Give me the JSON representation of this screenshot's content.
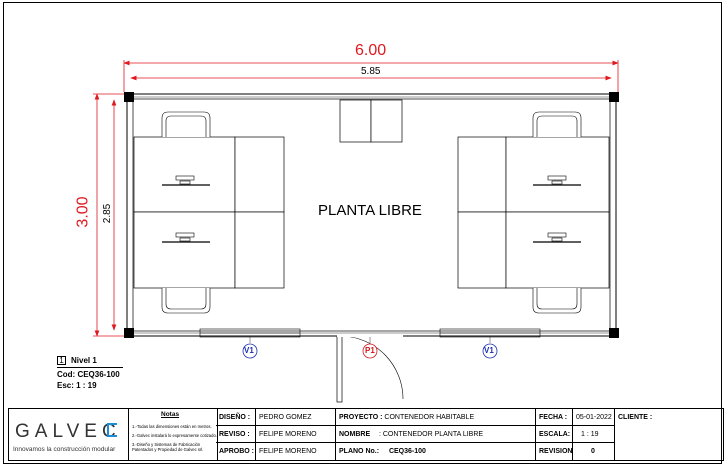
{
  "dimensions": {
    "overall_width": "6.00",
    "inner_width": "5.85",
    "overall_height": "3.00",
    "inner_height": "2.85"
  },
  "plan": {
    "room_label": "PLANTA LIBRE",
    "window_tag_left": "V1",
    "door_tag": "P1",
    "window_tag_right": "V1"
  },
  "level": {
    "number": "1",
    "name": "Nivel 1",
    "code": "Cod:  CEQ36-100",
    "scale": "Esc:  1 : 19"
  },
  "title_block": {
    "logo": "GALVEC",
    "tagline": "Innovamos la construcción modular",
    "notes_title": "Notas",
    "notes": [
      "1.-Todas las dimensiones están en metros.",
      "2.-Galvec instalará lo expresamente cotizado.",
      "3.-Diseño y Sistemas de Fabricación",
      "Patentados y Propiedad de Galvec srl."
    ],
    "diseno_label": "DISEÑO :",
    "diseno_value": "PEDRO GOMEZ",
    "reviso_label": "REVISO :",
    "reviso_value": "FELIPE MORENO",
    "aprobo_label": "APROBO :",
    "aprobo_value": "FELIPE MORENO",
    "proyecto_label": "PROYECTO :",
    "proyecto_value": "CONTENEDOR HABITABLE",
    "nombre_label": "NOMBRE",
    "nombre_value": ":  CONTENEDOR PLANTA LIBRE",
    "plano_label": "PLANO No.:",
    "plano_value": "CEQ36-100",
    "fecha_label": "FECHA :",
    "fecha_value": "05-01-2022",
    "escala_label": "ESCALA:",
    "escala_value": "1 : 19",
    "revision_label": "REVISION:",
    "revision_value": "0",
    "cliente_label": "CLIENTE :"
  },
  "colors": {
    "dimension_red": "#e0191f",
    "tag_blue": "#1b2fb3",
    "tag_red": "#d4151b",
    "logo_blue": "#1a8fd8"
  }
}
